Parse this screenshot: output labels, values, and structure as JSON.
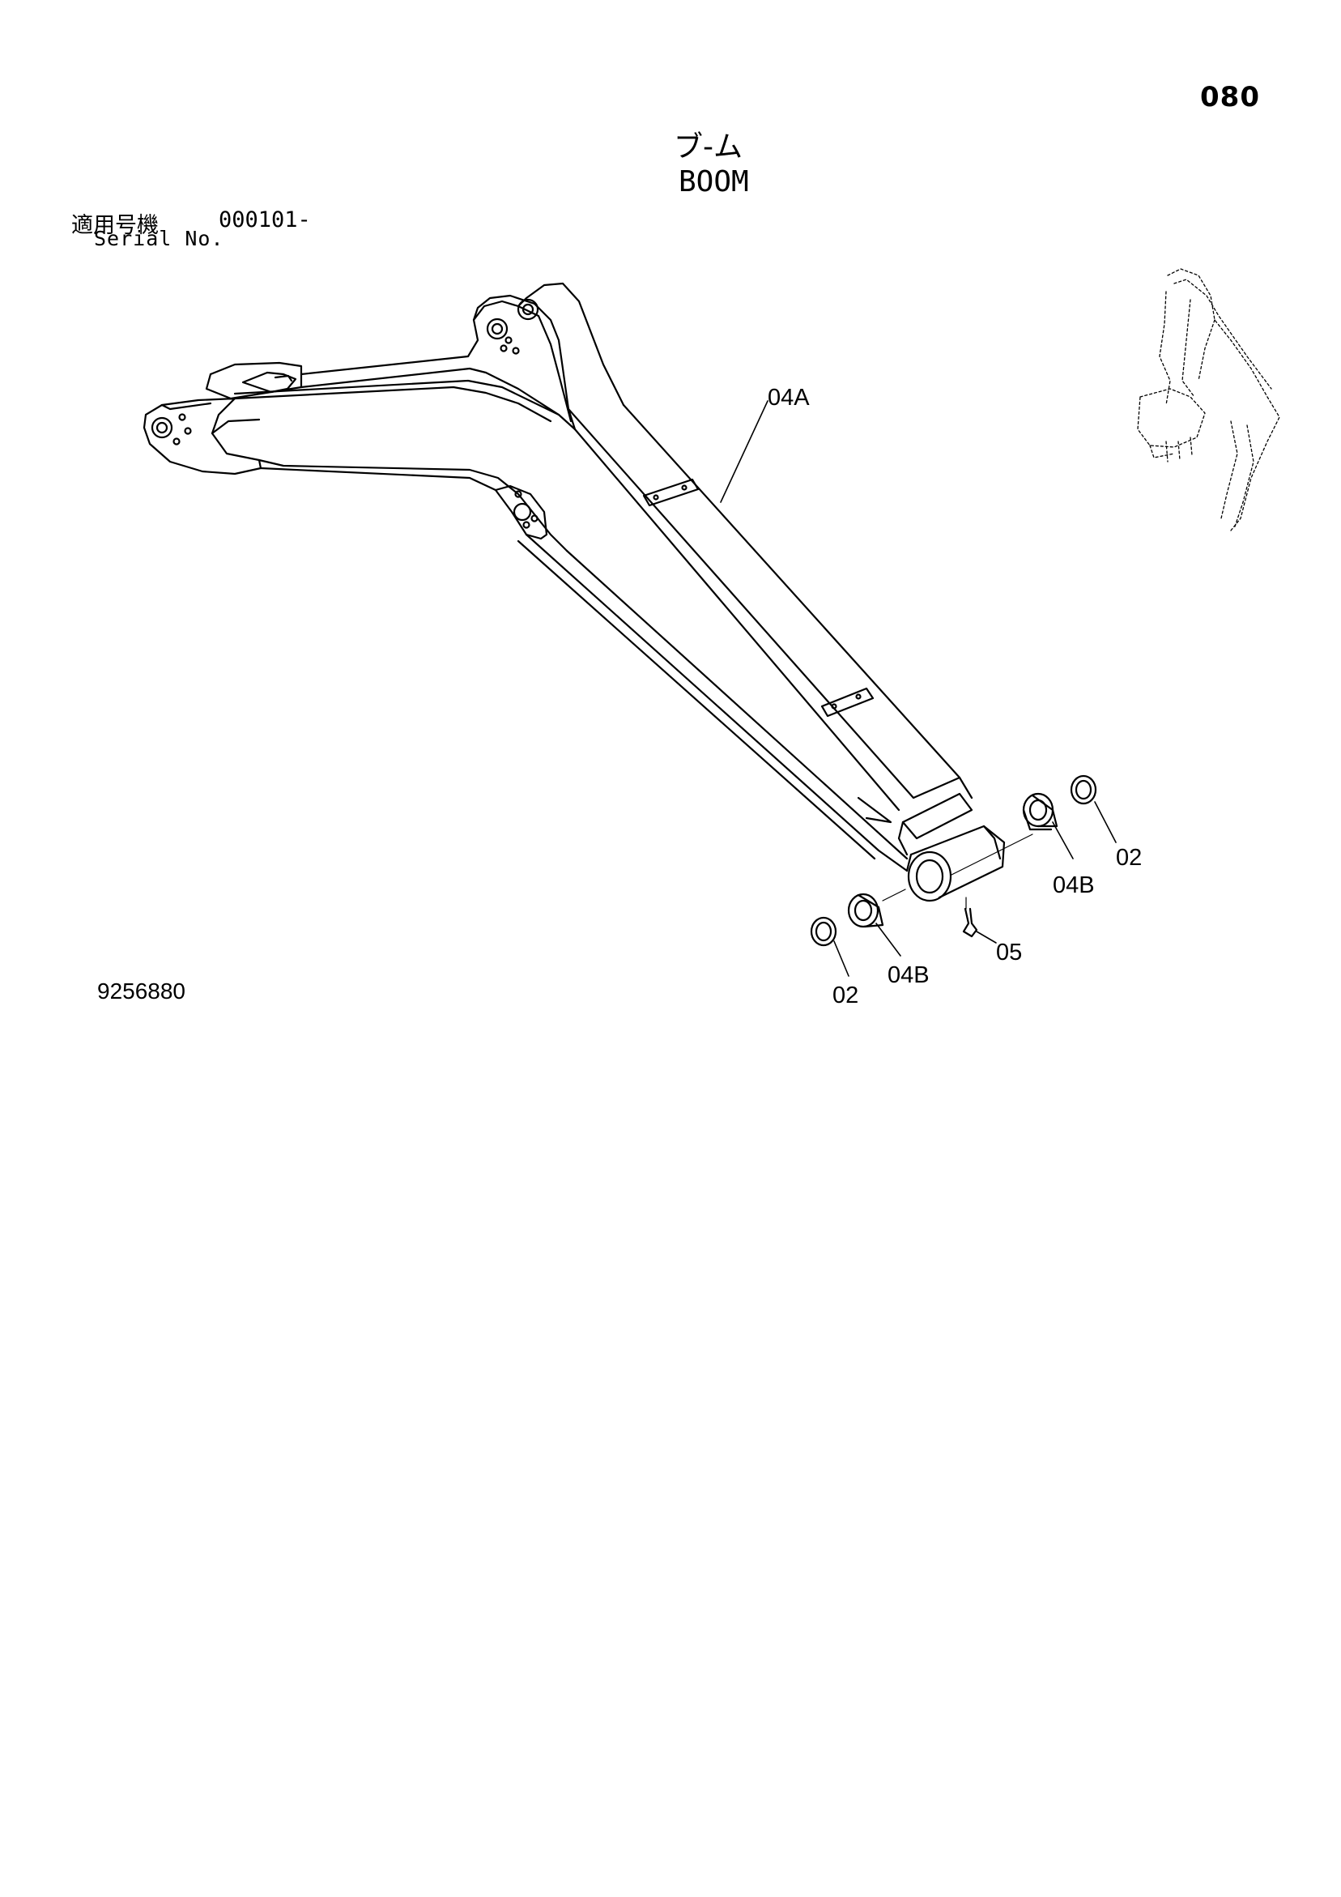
{
  "page": {
    "number": "080",
    "title_jp": "ブ-ム",
    "title_en": "BOOM",
    "serial_label_jp": "適用号機",
    "serial_label_en": "Serial No.",
    "serial_value": "000101-",
    "drawing_number": "9256880"
  },
  "callouts": [
    {
      "id": "04A",
      "label": "04A"
    },
    {
      "id": "04B_right",
      "label": "04B"
    },
    {
      "id": "02_right",
      "label": "02"
    },
    {
      "id": "04B_left",
      "label": "04B"
    },
    {
      "id": "02_left",
      "label": "02"
    },
    {
      "id": "05",
      "label": "05"
    }
  ],
  "icons": {
    "main": "excavator-boom-drawing",
    "thumbnail": "excavator-location-thumbnail-icon"
  }
}
